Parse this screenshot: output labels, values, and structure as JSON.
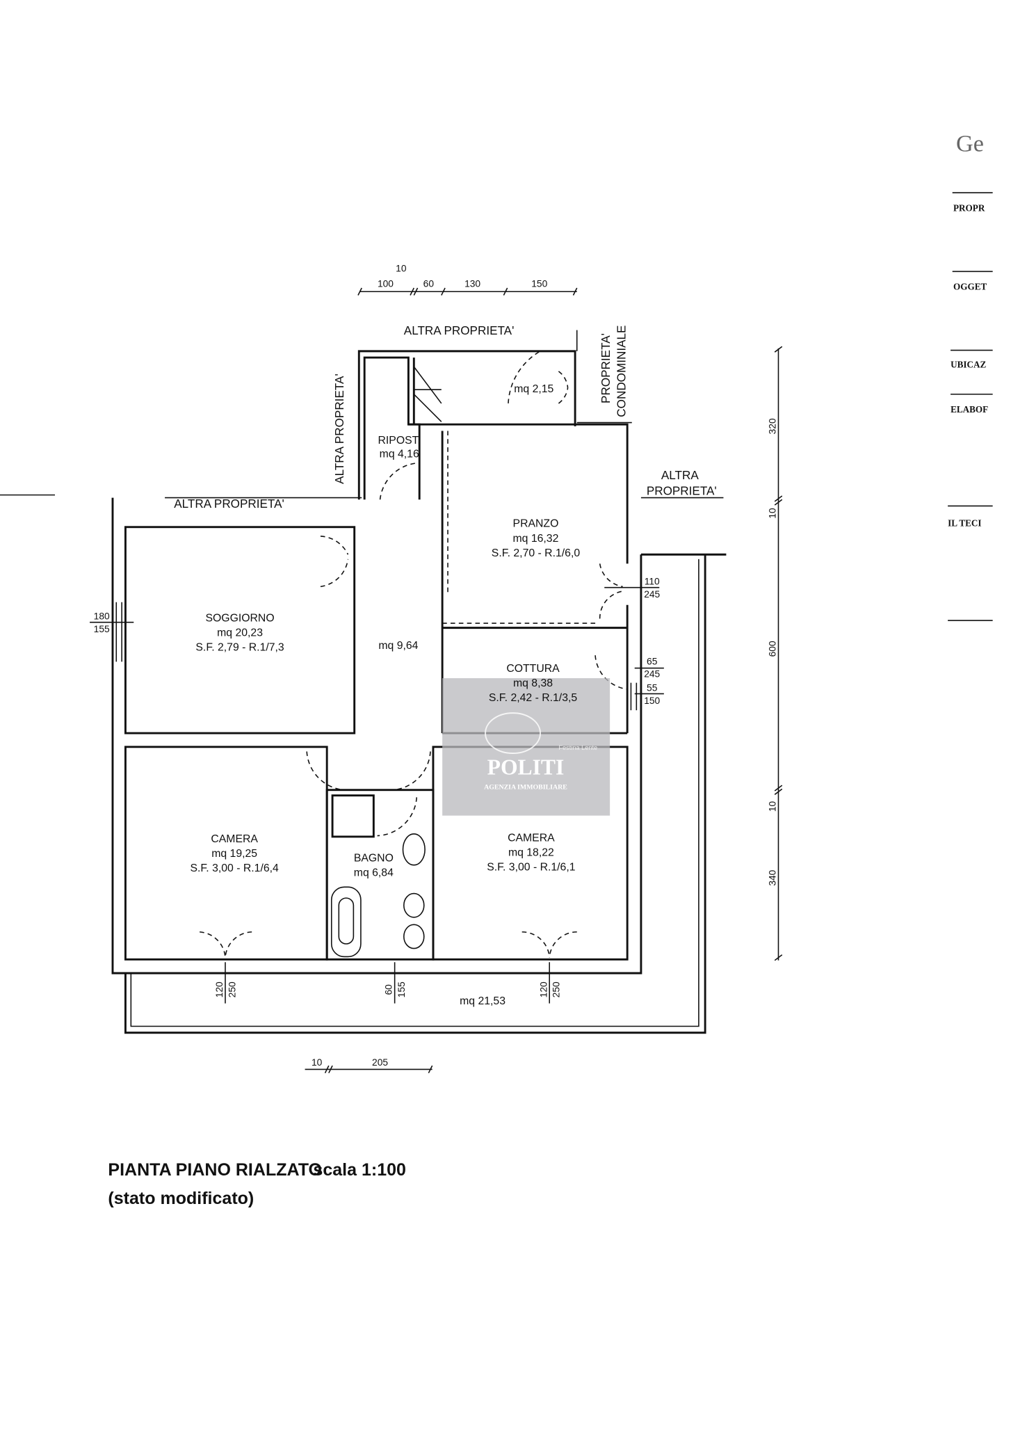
{
  "drawing": {
    "title": "PIANTA PIANO RIALZATO",
    "scale": "scala 1:100",
    "subtitle": "(stato modificato)"
  },
  "neighbors": {
    "top": "ALTRA PROPRIETA'",
    "left_vertical": "ALTRA PROPRIETA'",
    "left_horizontal": "ALTRA PROPRIETA'",
    "right_line1": "ALTRA",
    "right_line2": "PROPRIETA'",
    "condo_line1": "PROPRIETA'",
    "condo_line2": "CONDOMINIALE"
  },
  "rooms": {
    "stair": {
      "area": "mq 2,15"
    },
    "ripost": {
      "name": "RIPOST.",
      "area": "mq 4,16"
    },
    "pranzo": {
      "name": "PRANZO",
      "area": "mq 16,32",
      "info": "S.F. 2,70 - R.1/6,0"
    },
    "soggiorno": {
      "name": "SOGGIORNO",
      "area": "mq 20,23",
      "info": "S.F. 2,79 - R.1/7,3"
    },
    "corridor": {
      "area": "mq 9,64"
    },
    "cottura": {
      "name": "COTTURA",
      "area": "mq 8,38",
      "info": "S.F. 2,42 - R.1/3,5"
    },
    "camera_left": {
      "name": "CAMERA",
      "area": "mq 19,25",
      "info": "S.F. 3,00 - R.1/6,4"
    },
    "bagno": {
      "name": "BAGNO",
      "area": "mq 6,84"
    },
    "camera_right": {
      "name": "CAMERA",
      "area": "mq 18,22",
      "info": "S.F. 3,00 - R.1/6,1"
    },
    "terrace": {
      "area": "mq 21,53"
    }
  },
  "dimensions": {
    "top": [
      "100",
      "10",
      "60",
      "130",
      "150"
    ],
    "right_vertical": [
      "320",
      "10",
      "600",
      "10",
      "340"
    ],
    "bottom": [
      "10",
      "205"
    ],
    "openings": {
      "soggiorno_window": [
        "180",
        "155"
      ],
      "pranzo_door": [
        "110",
        "245"
      ],
      "cottura_door": [
        "65",
        "245"
      ],
      "cottura_window": [
        "55",
        "150"
      ],
      "camera_left_door": [
        "120",
        "250"
      ],
      "bagno_window": [
        "60",
        "155"
      ],
      "camera_right_door": [
        "120",
        "250"
      ]
    }
  },
  "watermark": {
    "motto": "Festina Lente",
    "brand": "POLITI",
    "tagline": "AGENZIA IMMOBILIARE"
  },
  "title_block": {
    "logo": "Ge",
    "fields": [
      "PROPR",
      "OGGET",
      "UBICAZ",
      "ELABOF",
      "IL TECI"
    ]
  }
}
